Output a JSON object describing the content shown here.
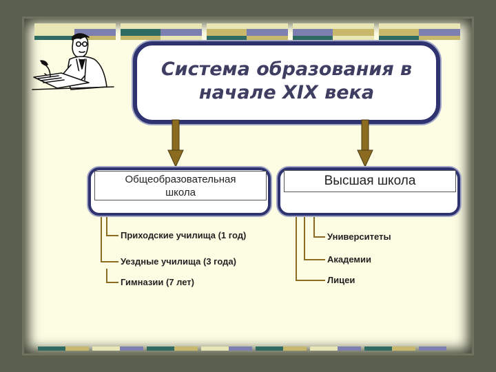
{
  "title": "Система образования в\nначале XIX века",
  "branches": [
    {
      "label": "Общеобразовательная\nшкола",
      "items": [
        "Приходские училища (1 год)",
        "Уездные училища (3 года)",
        "Гимназии (7 лет)"
      ]
    },
    {
      "label": "Высшая школа",
      "items": [
        "Университеты",
        "Академии",
        "Лицеи"
      ]
    }
  ],
  "colors": {
    "frame": "#2e3370",
    "arrow": "#8b6b1f",
    "connector": "#8b6b1f",
    "stripe_cream": "#e8e6b4",
    "stripe_olive": "#c7b86b",
    "stripe_blue": "#7d7fb0",
    "stripe_teal": "#2f6b63"
  },
  "icons": {
    "illustration": "scholar-writing-icon"
  }
}
